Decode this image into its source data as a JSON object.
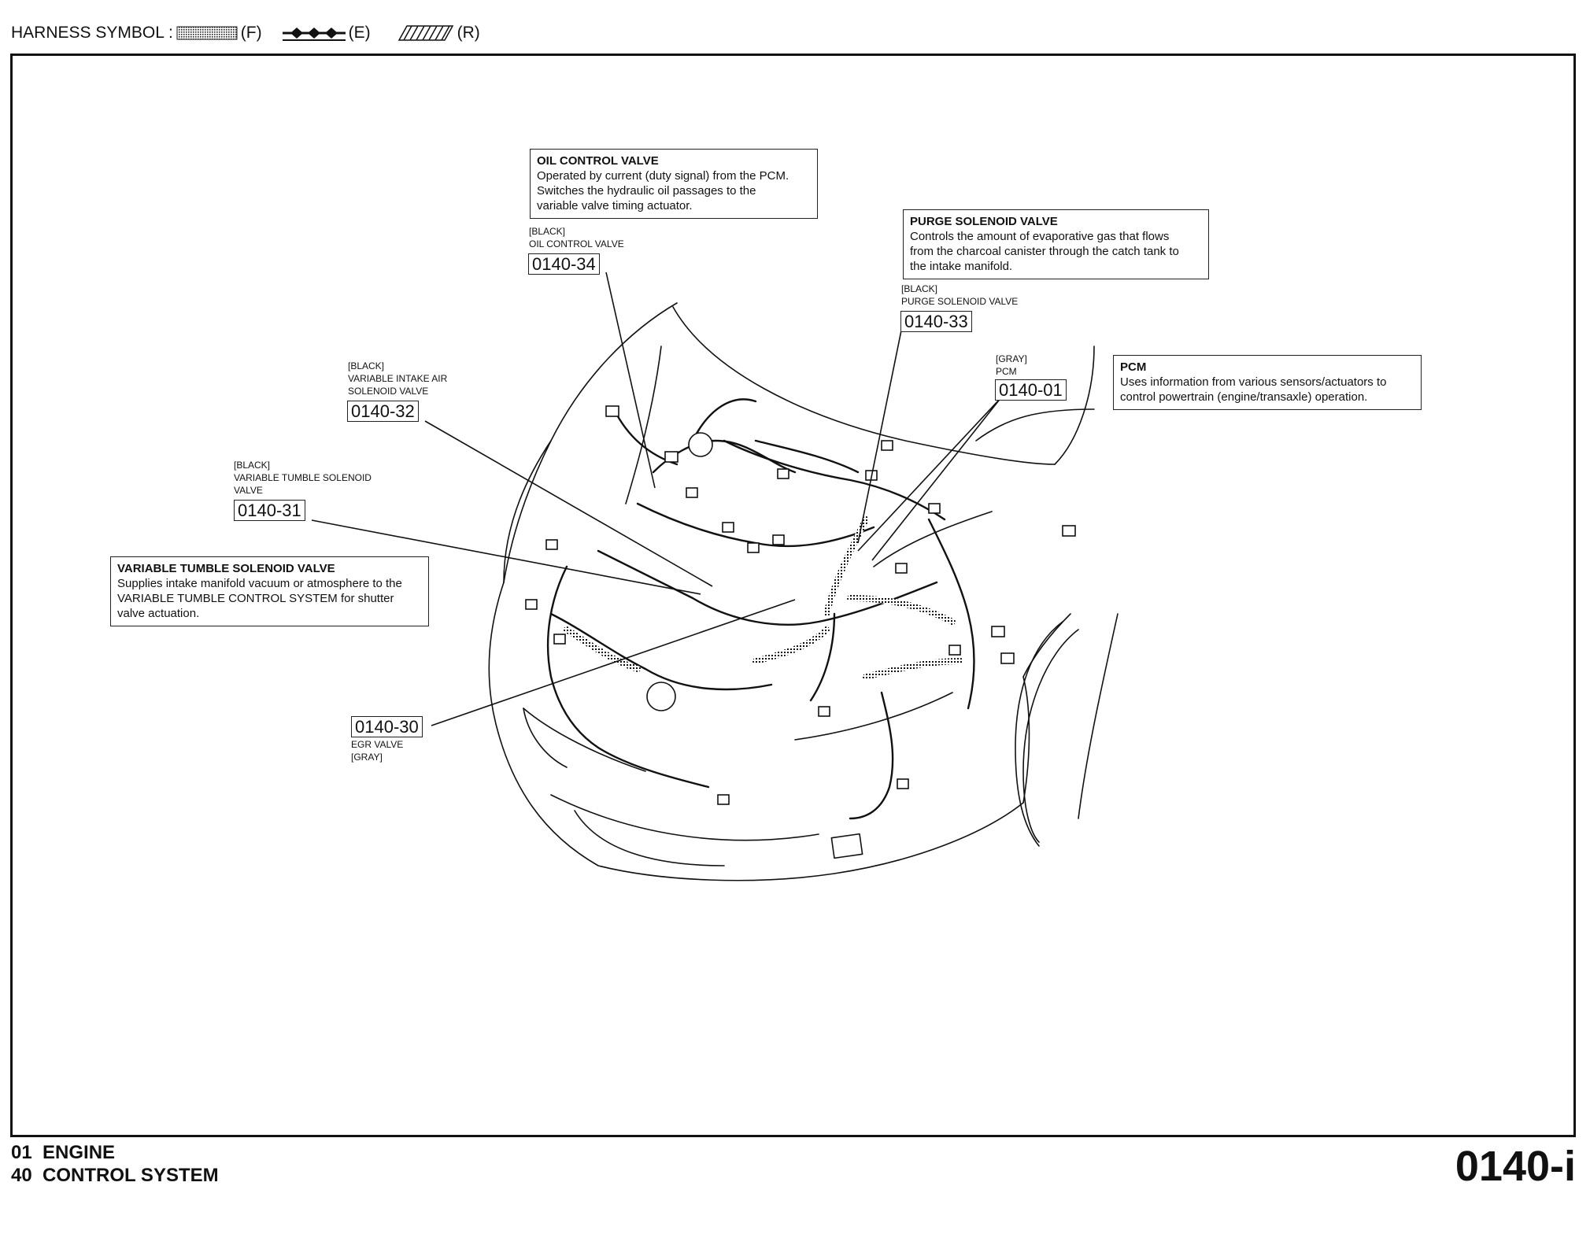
{
  "legend": {
    "prefix": "HARNESS SYMBOL :",
    "front": "(F)",
    "engine": "(E)",
    "rear": "(R)"
  },
  "callouts": {
    "oil_control_valve": {
      "title": "OIL CONTROL VALVE",
      "line1": "Operated by current (duty signal) from the PCM.",
      "line2": "Switches the hydraulic oil passages to the",
      "line3": "variable valve timing actuator."
    },
    "purge_solenoid_valve": {
      "title": "PURGE SOLENOID VALVE",
      "line1": "Controls the amount of evaporative gas that flows",
      "line2": "from the charcoal canister through the catch tank to",
      "line3": "the intake manifold."
    },
    "pcm": {
      "title": "PCM",
      "line1": "Uses information from various sensors/actuators to",
      "line2": "control powertrain (engine/transaxle) operation."
    },
    "variable_tumble_solenoid_valve": {
      "title": "VARIABLE TUMBLE SOLENOID VALVE",
      "line1": "Supplies intake manifold vacuum or atmosphere to the",
      "line2": "VARIABLE TUMBLE CONTROL SYSTEM for shutter",
      "line3": "valve actuation."
    }
  },
  "components": {
    "c34": {
      "color": "[BLACK]",
      "name": "OIL CONTROL VALVE",
      "code": "0140-34"
    },
    "c33": {
      "color": "[BLACK]",
      "name": "PURGE SOLENOID VALVE",
      "code": "0140-33"
    },
    "c01": {
      "color": "[GRAY]",
      "name": "PCM",
      "code": "0140-01"
    },
    "c32": {
      "color": "[BLACK]",
      "name1": "VARIABLE INTAKE AIR",
      "name2": "SOLENOID VALVE",
      "code": "0140-32"
    },
    "c31": {
      "color": "[BLACK]",
      "name1": "VARIABLE TUMBLE SOLENOID",
      "name2": "VALVE",
      "code": "0140-31"
    },
    "c30": {
      "color": "[GRAY]",
      "name": "EGR VALVE",
      "code": "0140-30"
    }
  },
  "footer": {
    "group_num": "01",
    "group_name": "ENGINE",
    "section_num": "40",
    "section_name": "CONTROL SYSTEM",
    "page_id": "0140-i"
  }
}
